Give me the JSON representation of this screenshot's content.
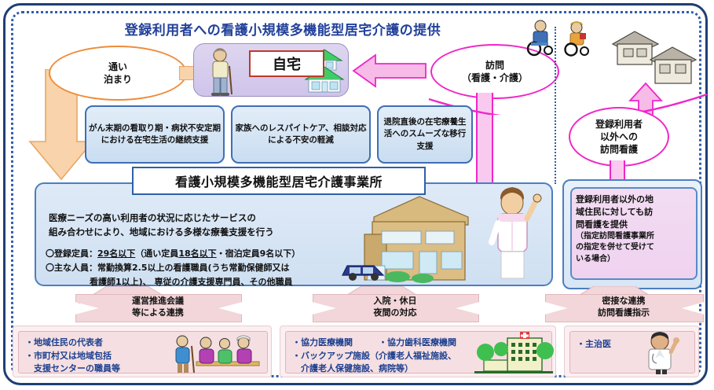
{
  "title": "登録利用者への看護小規模多機能型居宅介護の提供",
  "ovals": {
    "left": "通い\n泊まり",
    "left_line1": "通い",
    "left_line2": "泊まり",
    "visit_line1": "訪問",
    "visit_line2": "（看護・介護）",
    "nonuser_line1": "登録利用者",
    "nonuser_line2": "以外への",
    "nonuser_line3": "訪問看護"
  },
  "home": {
    "label": "自宅",
    "person_icon": "elderly-person-with-cane-icon",
    "house_icon": "green-roof-house-icon"
  },
  "service_boxes": [
    {
      "text": "がん末期の看取り期・病状不安定期における在宅生活の継続支援"
    },
    {
      "text": "家族へのレスパイトケア、相談対応による不安の軽減"
    },
    {
      "text": "退院直後の在宅療養生活へのスムーズな移行支援"
    }
  ],
  "main_panel": {
    "heading": "看護小規模多機能型居宅介護事業所",
    "body": "医療ニーズの高い利用者の状況に応じたサービスの\n組み合わせにより、地域における多様な療養支援を行う",
    "body_line1": "医療ニーズの高い利用者の状況に応じたサービスの",
    "body_line2": "組み合わせにより、地域における多様な療養支援を行う",
    "list_line1_prefix": "〇登録定員：",
    "list_line1_u1": "29名以下",
    "list_line1_mid": "（通い定員",
    "list_line1_u2": "18名以下",
    "list_line1_suffix": "・宿泊定員9名以下）",
    "list_line2": "〇主な人員：常勤換算2.5以上の看護職員(うち常勤保健師又は",
    "list_line3": "看護師1以上)、 専従の介護支援専門員、その他職員",
    "building_icon": "facility-building-icon",
    "nurse_icon": "nurse-icon",
    "car_icon": "car-icon"
  },
  "right_box": {
    "line1": "登録利用者以外の地",
    "line2": "域住民に対しても訪",
    "line3": "問看護を提供",
    "line4": "（指定訪問看護事業所",
    "line5": "の指定を併せて受けて",
    "line6": "いる場合）"
  },
  "banners": [
    {
      "line1": "運営推進会議",
      "line2": "等による連携"
    },
    {
      "line1": "入院・休日",
      "line2": "夜間の対応"
    },
    {
      "line1": "密接な連携",
      "line2": "訪問看護指示"
    }
  ],
  "bottom_boxes": [
    {
      "lines": [
        "・地域住民の代表者",
        "・市町村又は地域包括",
        "　支援センターの職員等"
      ],
      "icon": "elderly-residents-group-icon"
    },
    {
      "lines": [
        "・協力医療機関　　　・協力歯科医療機関",
        "・バックアップ施設（介護老人福祉施設、",
        "　介護老人保健施設、病院等）"
      ],
      "icon": "hospital-building-icon"
    },
    {
      "lines": [
        "・主治医"
      ],
      "icon": "doctor-icon"
    }
  ],
  "decor": {
    "wheelchair_icon": "wheelchair-user-icon",
    "wheelchair_icon2": "wheelchair-user-2-icon",
    "houses_icon": "neighborhood-houses-icon"
  },
  "colors": {
    "frame": "#1f3f73",
    "dotted": "#2f5fa8",
    "title": "#21409a",
    "orange": "#ef8c39",
    "magenta": "#ef27c8",
    "panel_blue": "#4d7ebf",
    "pink": "#f2d6d9"
  }
}
